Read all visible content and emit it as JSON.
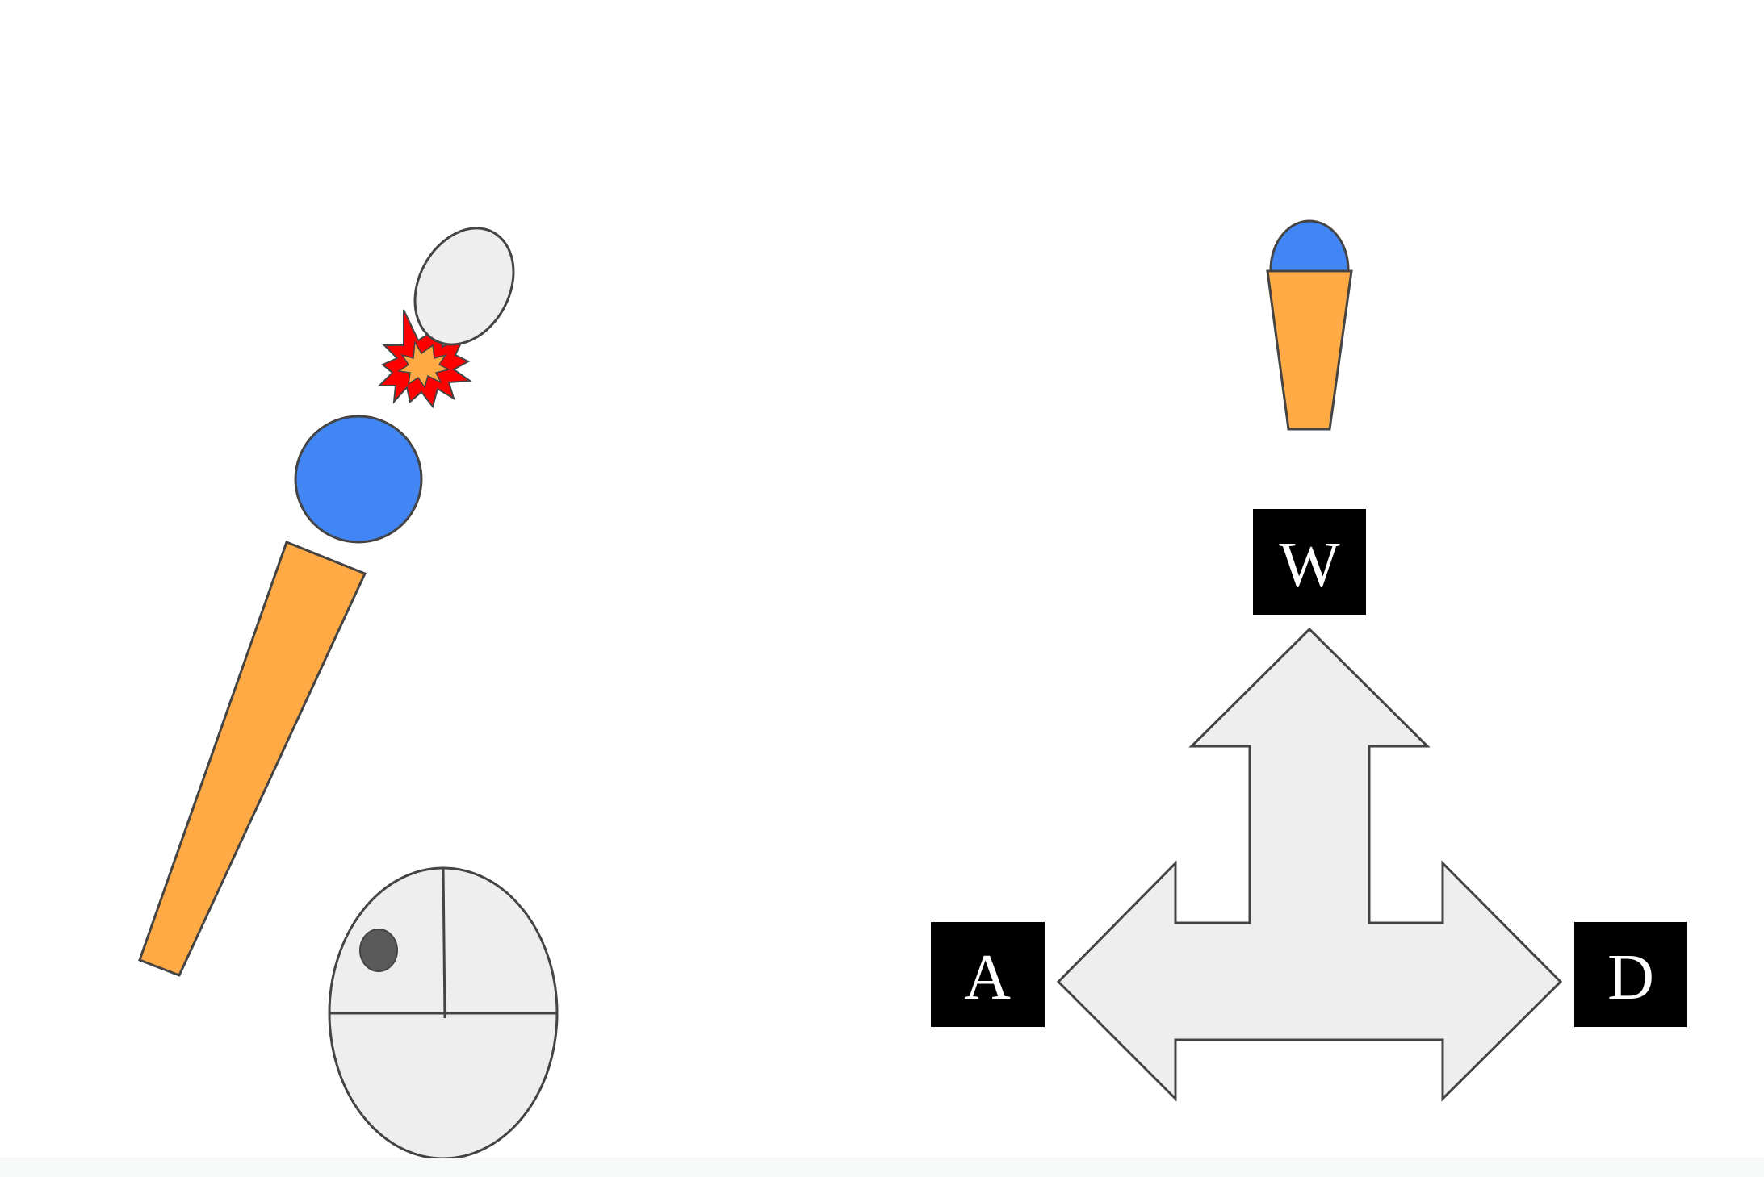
{
  "keys": {
    "up": "W",
    "left": "A",
    "right": "D"
  },
  "colors": {
    "bat": "#ffaa44",
    "ball": "#4285f4",
    "egg": "#eeeeee",
    "burst_outer": "#ff0000",
    "burst_inner": "#ffaa44",
    "mouse_body": "#eeeeee",
    "mouse_wheel": "#5a5a5a",
    "arrow": "#eeeeee",
    "outline": "#444444",
    "key_bg": "#000000",
    "key_text": "#ffffff"
  },
  "icons": {
    "swing_bat": "cricket-bat-icon",
    "ball": "ball-icon",
    "impact": "impact-burst-icon",
    "mouse": "mouse-icon",
    "cone": "ice-cream-cone-icon",
    "arrows": "three-way-arrow-icon"
  }
}
